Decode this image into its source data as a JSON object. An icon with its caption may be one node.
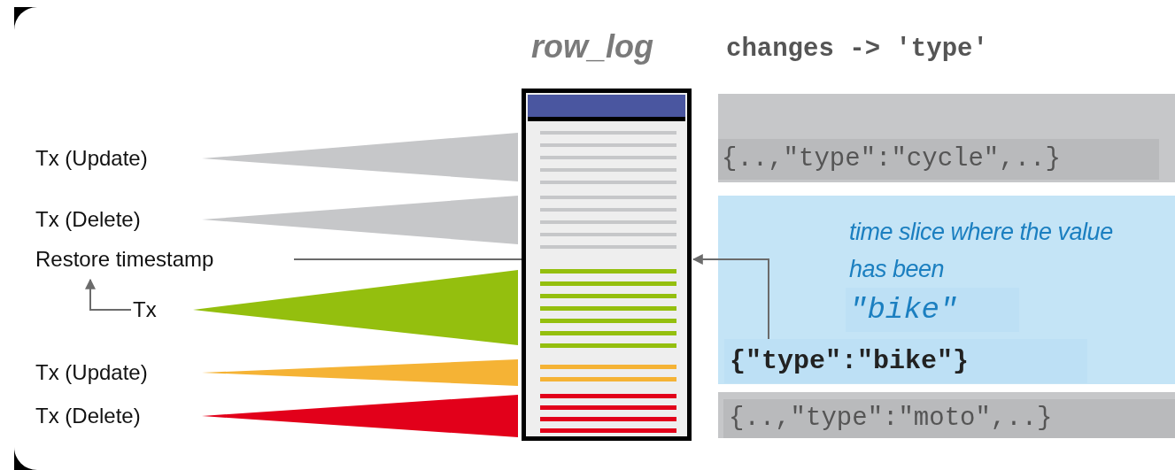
{
  "diagram": {
    "nodes": [
      {
        "text": [
          "row_log"
        ]
      },
      {
        "text": [
          "Tx (Update)"
        ]
      },
      {
        "text": [
          "Tx (Delete)"
        ]
      },
      {
        "text": [
          "Restore timestamp"
        ]
      },
      {
        "text": [
          "Tx"
        ]
      },
      {
        "text": [
          "Tx (Update)"
        ]
      },
      {
        "text": [
          "Tx (Delete)"
        ]
      },
      {
        "text": [
          "{..,\"type\":\"cycle\",..}"
        ]
      },
      {
        "text": [
          "time slice where the value has been",
          "\"bike\"",
          "{\"type\":\"bike\"}"
        ]
      },
      {
        "text": [
          "{..,\"type\":\"moto\",..}"
        ]
      }
    ],
    "edges": [
      {
        "from": 1,
        "to": 0,
        "arrow": "none",
        "style": "thick",
        "color": "#c6c7c9"
      },
      {
        "from": 2,
        "to": 0,
        "arrow": "none",
        "style": "thick",
        "color": "#c6c7c9"
      },
      {
        "from": 3,
        "to": 0,
        "arrow": "none"
      },
      {
        "from": 4,
        "to": 0,
        "arrow": "none",
        "style": "thick",
        "color": "#94bf0e"
      },
      {
        "from": 5,
        "to": 0,
        "arrow": "none",
        "style": "thick",
        "color": "#f5b335"
      },
      {
        "from": 6,
        "to": 0,
        "arrow": "none",
        "style": "thick",
        "color": "#e2001a"
      },
      {
        "from": 4,
        "to": 3,
        "arrow": "to"
      },
      {
        "from": 8,
        "to": 0,
        "arrow": "to"
      }
    ],
    "labels": [
      "changes -> 'type'"
    ]
  }
}
